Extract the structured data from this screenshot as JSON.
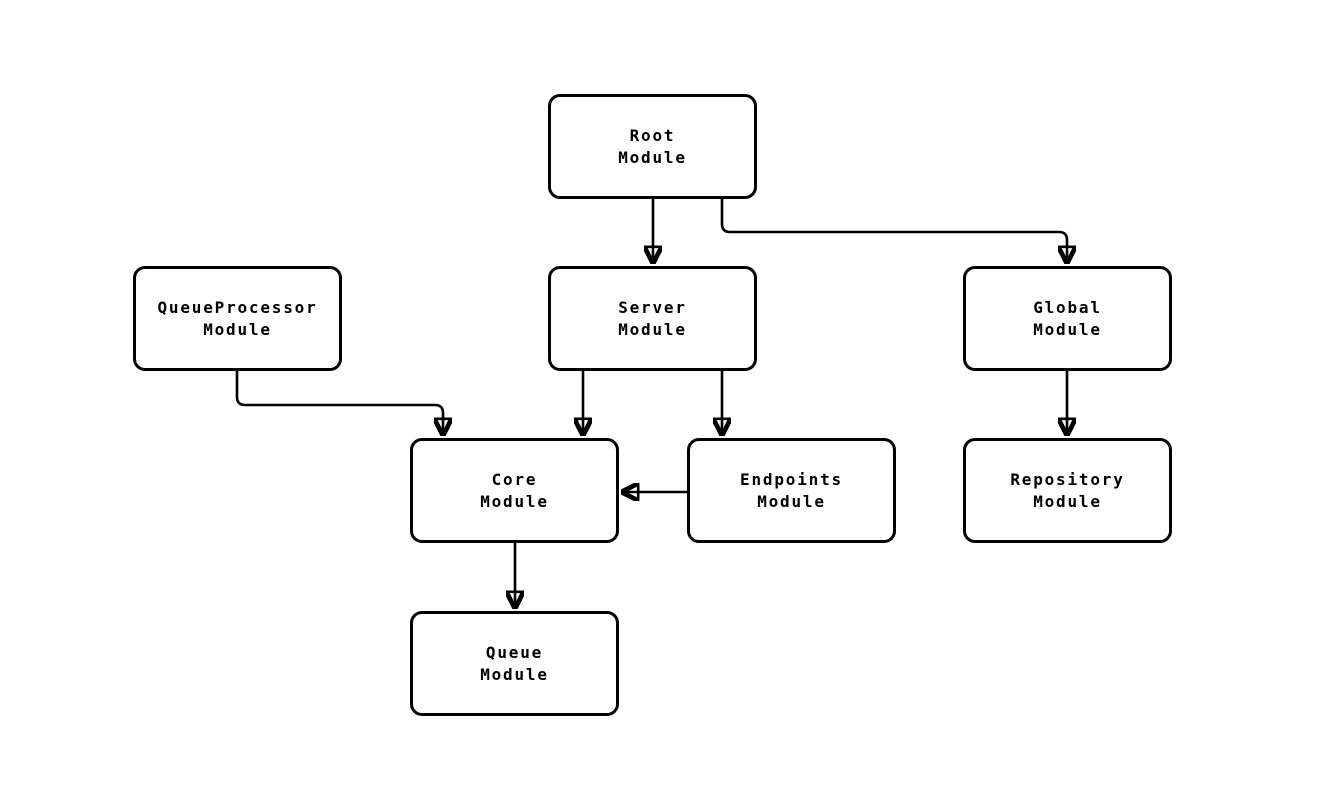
{
  "diagram": {
    "type": "flowchart",
    "direction": "top-down",
    "background": "#ffffff",
    "colors": {
      "node_fill": "#ffffff",
      "node_border": "#000000",
      "edge": "#000000",
      "text": "#000000"
    },
    "nodes": [
      {
        "id": "root",
        "label": "Root Module",
        "line1": "Root",
        "line2": "Module"
      },
      {
        "id": "queueprocessor",
        "label": "QueueProcessor Module",
        "line1": "QueueProcessor",
        "line2": "Module"
      },
      {
        "id": "server",
        "label": "Server Module",
        "line1": "Server",
        "line2": "Module"
      },
      {
        "id": "global",
        "label": "Global Module",
        "line1": "Global",
        "line2": "Module"
      },
      {
        "id": "core",
        "label": "Core Module",
        "line1": "Core",
        "line2": "Module"
      },
      {
        "id": "endpoints",
        "label": "Endpoints Module",
        "line1": "Endpoints",
        "line2": "Module"
      },
      {
        "id": "repository",
        "label": "Repository Module",
        "line1": "Repository",
        "line2": "Module"
      },
      {
        "id": "queue",
        "label": "Queue Module",
        "line1": "Queue",
        "line2": "Module"
      }
    ],
    "edges": [
      {
        "from": "root",
        "to": "server",
        "arrow": "filled-triangle"
      },
      {
        "from": "root",
        "to": "global",
        "arrow": "filled-triangle"
      },
      {
        "from": "queueprocessor",
        "to": "core",
        "arrow": "filled-triangle"
      },
      {
        "from": "server",
        "to": "core",
        "arrow": "filled-triangle"
      },
      {
        "from": "server",
        "to": "endpoints",
        "arrow": "filled-triangle"
      },
      {
        "from": "endpoints",
        "to": "core",
        "arrow": "filled-triangle"
      },
      {
        "from": "global",
        "to": "repository",
        "arrow": "filled-triangle"
      },
      {
        "from": "core",
        "to": "queue",
        "arrow": "filled-triangle"
      }
    ]
  }
}
